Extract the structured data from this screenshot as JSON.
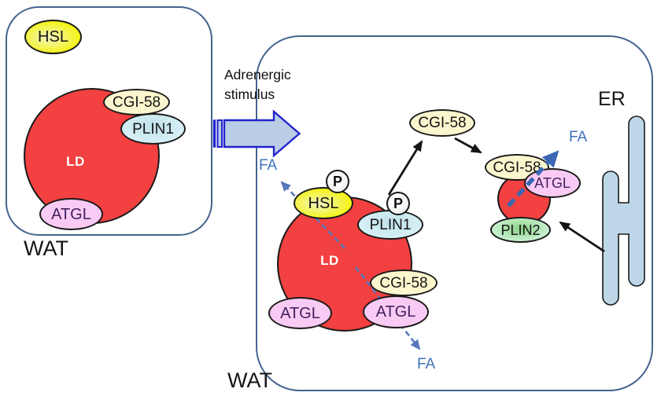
{
  "stimulus_arrow": {
    "label": "Adrenergic stimulus"
  },
  "left_cell": {
    "name": "WAT",
    "lipid_droplet": "LD",
    "proteins": {
      "hsl": "HSL",
      "cgi58": "CGI-58",
      "plin1": "PLIN1",
      "atgl": "ATGL"
    }
  },
  "right_cell": {
    "name": "WAT",
    "er": "ER",
    "lipid_droplet": "LD",
    "fatty_acid": "FA",
    "phospho": "P",
    "proteins": {
      "hsl": "HSL",
      "cgi58": "CGI-58",
      "plin1": "PLIN1",
      "plin2": "PLIN2",
      "atgl": "ATGL"
    }
  },
  "colors": {
    "ld-red": "#F34040",
    "hsl-yellow": "#F5F511",
    "hsl-yellow-light": "#F3F3AE",
    "cgi-cream": "#FBF6CE",
    "plin1-cyan": "#D8F2F8",
    "plin1-cyan-deep": "#C3E3EA",
    "atgl-pink": "#F9CBF4",
    "plin2-mint": "#CFF5DB",
    "plin2-green": "#8BD083",
    "er-fill": "#BDD7E8",
    "panel-border": "#46648F",
    "stroke-dark": "#1A1A1A",
    "arrow-fill": "#B9CDE5",
    "arrow-border": "#2323CE",
    "dash-blue": "#5778BA",
    "fa-blue": "#4070BE",
    "thick-blue": "#3A68B2",
    "p-fill": "#EFEFED",
    "atgl-text": "#41215F",
    "text-dark": "#111111"
  }
}
